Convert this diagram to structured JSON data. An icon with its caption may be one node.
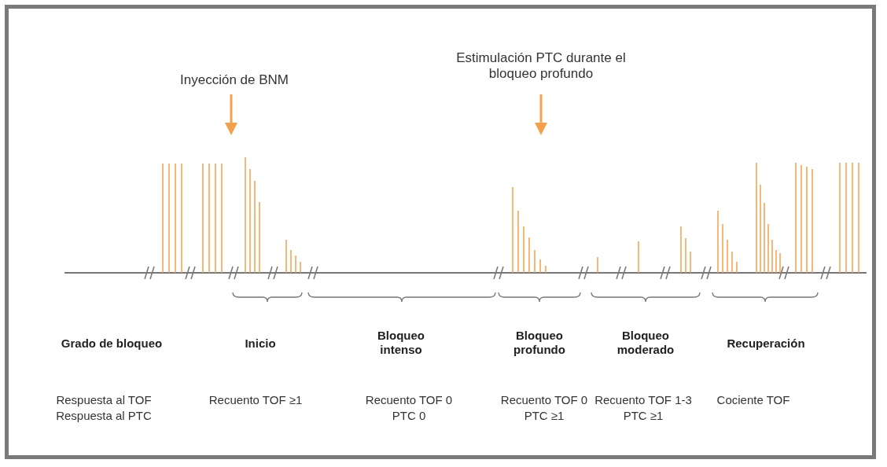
{
  "diagram": {
    "labels": [
      "Estimulación PTC durante el bloqueo profundo",
      "Inyección de BNM",
      "Grado de bloqueo",
      "Inicio",
      "Bloqueo intenso",
      "Bloqueo profundo",
      "Bloqueo moderado",
      "Recuperación",
      "Respuesta al TOF",
      "Respuesta al PTC",
      "Recuento TOF ≥1",
      "Recuento TOF 0",
      "PTC 0",
      "Recuento TOF 0",
      "PTC ≥1",
      "Recuento TOF 1-3",
      "PTC ≥1",
      "Cociente TOF"
    ]
  }
}
